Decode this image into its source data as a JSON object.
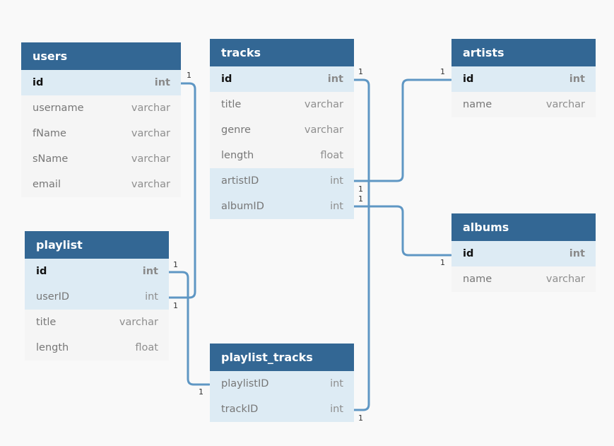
{
  "tables": [
    {
      "id": "users",
      "title": "users",
      "rows": [
        {
          "name": "id",
          "type": "int",
          "pk": true,
          "key": true
        },
        {
          "name": "username",
          "type": "varchar"
        },
        {
          "name": "fName",
          "type": "varchar"
        },
        {
          "name": "sName",
          "type": "varchar"
        },
        {
          "name": "email",
          "type": "varchar"
        }
      ]
    },
    {
      "id": "tracks",
      "title": "tracks",
      "rows": [
        {
          "name": "id",
          "type": "int",
          "pk": true,
          "key": true
        },
        {
          "name": "title",
          "type": "varchar"
        },
        {
          "name": "genre",
          "type": "varchar"
        },
        {
          "name": "length",
          "type": "float"
        },
        {
          "name": "artistID",
          "type": "int",
          "key": true
        },
        {
          "name": "albumID",
          "type": "int",
          "key": true
        }
      ]
    },
    {
      "id": "artists",
      "title": "artists",
      "rows": [
        {
          "name": "id",
          "type": "int",
          "pk": true,
          "key": true
        },
        {
          "name": "name",
          "type": "varchar"
        }
      ]
    },
    {
      "id": "albums",
      "title": "albums",
      "rows": [
        {
          "name": "id",
          "type": "int",
          "pk": true,
          "key": true
        },
        {
          "name": "name",
          "type": "varchar"
        }
      ]
    },
    {
      "id": "playlist",
      "title": "playlist",
      "rows": [
        {
          "name": "id",
          "type": "int",
          "pk": true,
          "key": true
        },
        {
          "name": "userID",
          "type": "int",
          "key": true
        },
        {
          "name": "title",
          "type": "varchar"
        },
        {
          "name": "length",
          "type": "float"
        }
      ]
    },
    {
      "id": "playlist_tracks",
      "title": "playlist_tracks",
      "rows": [
        {
          "name": "playlistID",
          "type": "int",
          "key": true
        },
        {
          "name": "trackID",
          "type": "int",
          "key": true
        }
      ]
    }
  ],
  "relationships": [
    {
      "from": "users.id",
      "to": "playlist.userID",
      "from_card": "1",
      "to_card": "1"
    },
    {
      "from": "tracks.artistID",
      "to": "artists.id",
      "from_card": "1",
      "to_card": "1"
    },
    {
      "from": "tracks.albumID",
      "to": "albums.id",
      "from_card": "1",
      "to_card": "1"
    },
    {
      "from": "playlist.id",
      "to": "playlist_tracks.playlistID",
      "from_card": "1",
      "to_card": "1"
    },
    {
      "from": "tracks.id",
      "to": "playlist_tracks.trackID",
      "from_card": "1",
      "to_card": "1"
    }
  ],
  "colors": {
    "header": "#336794",
    "key_row": "#ddebf4",
    "row": "#f5f5f5",
    "connector": "#5f97c4"
  }
}
